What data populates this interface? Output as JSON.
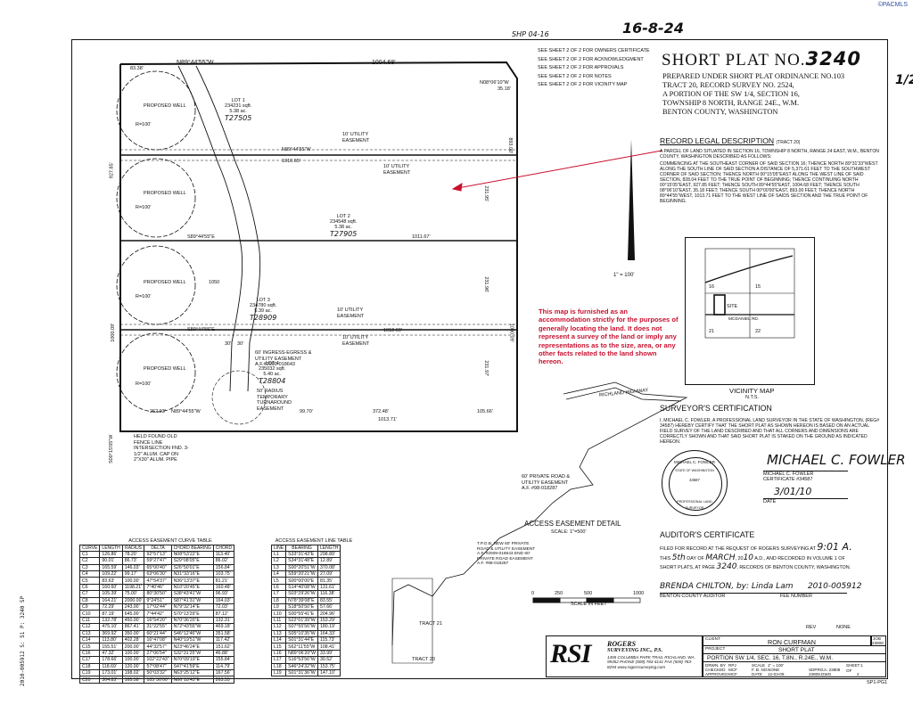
{
  "corner_badge": "©PACMLS",
  "handwritten": {
    "top_number": "16-8-24",
    "shp": "SHP 04-16",
    "one_half": "1/2"
  },
  "title": {
    "label": "SHORT PLAT NO.",
    "number": "3240"
  },
  "subtitle": [
    "PREPARED UNDER SHORT PLAT ORDINANCE NO.103",
    "TRACT 20, RECORD SURVEY NO. 2524,",
    "A PORTION OF THE SW 1/4, SECTION 16,",
    "TOWNSHIP 8 NORTH, RANGE 24E., W.M.",
    "BENTON COUNTY, WASHINGTON"
  ],
  "sheet_refs": [
    "SEE SHEET 2 OF 2 FOR OWNERS CERTIFICATE",
    "SEE SHEET 2 OF 2 FOR ACKNOWLEDGMENT",
    "SEE SHEET 2 OF 2 FOR APPROVALS",
    "SEE SHEET 2 OF 2 FOR NOTES",
    "SEE SHEET 2 OF 2 FOR VICINITY MAP"
  ],
  "legal": {
    "heading": "RECORD LEGAL DESCRIPTION",
    "heading_note": "(TRACT 20)",
    "para1": "A PARCEL OF LAND SITUATED IN SECTION 16, TOWNSHIP 8 NORTH, RANGE 24 EAST, W.M., BENTON COUNTY, WASHINGTON DESCRIBED AS FOLLOWS:",
    "para2": "COMMENCING AT THE SOUTHEAST CORNER OF SAID SECTION 16; THENCE NORTH 89°31'33\"WEST ALONG THE SOUTH LINE OF SAID SECTION A DISTANCE OF 5,371.61 FEET TO THE SOUTHWEST CORNER OF SAID SECTION; THENCE NORTH 00°15'05\"EAST ALONG THE WEST LINE OF SAID SECTION, 828.04 FEET TO THE TRUE POINT OF BEGINNING; THENCE CONTINUING NORTH 00°15'05\"EAST, 927.85 FEET; THENCE SOUTH 89°44'55\"EAST, 1004.68 FEET; THENCE SOUTH 08°06'10\"EAST, 35.18 FEET; THENCE SOUTH 00°00'00\"EAST, 893.00 FEET; THENCE NORTH 89°44'55\"WEST, 1013.71 FEET TO THE WEST LINE OF SAIDS SECTION AND THE TRUE POINT OF BEGINNING."
  },
  "notice": "This map is furnished as an accommodation strictly for the purposes of generally locating the land. It does not represent a survey of the land or imply any representations as to the size, area, or any other facts related to the land shown hereon.",
  "scale_arrow": "1\" = 100'",
  "vicinity": {
    "title": "VICINITY MAP",
    "subtitle": "N.T.S.",
    "site": "SITE",
    "road": "MCDANIEL RD.",
    "nums": [
      "16",
      "15",
      "21",
      "22"
    ]
  },
  "surveyor": {
    "heading": "SURVEYOR'S CERTIFICATION",
    "text": "I, MICHAEL C. FOWLER, A PROFESSIONAL LAND SURVEYOR IN THE STATE OF WASHINGTON, (REG# 34587) HEREBY CERTIFY THAT THE SHORT PLAT AS SHOWN HEREON IS BASED ON AN ACTUAL FIELD SURVEY OF THE LAND DESCRIBED AND THAT ALL CORNERS AND DIMENSIONS ARE CORRECTLY SHOWN AND THAT SAID SHORT PLAT IS STAKED ON THE GROUND AS INDICATED HEREON.",
    "name": "MICHAEL C. FOWLER",
    "cert": "CERTIFICATE #34587",
    "date_label": "DATE",
    "date_hand": "3/01/10",
    "seal_top": "MICHAEL C. FOWLER",
    "seal_mid": "STATE OF WASHINGTON",
    "seal_bot": "PROFESSIONAL LAND SURVEYOR",
    "seal_no": "34587"
  },
  "auditor": {
    "heading": "AUDITOR'S CERTIFICATE",
    "line1": "FILED FOR RECORD AT THE REQUEST OF ROGERS SURVEYING AT",
    "time_hand": "9:01 A.",
    "line2a": "THIS",
    "day_hand": "5th",
    "line2b": "DAY OF",
    "month_hand": "MARCH",
    "line2c": ", 20",
    "year_hand": "10",
    "line2d": "A.D., AND RECORDED IN VOLUME 1 OF",
    "line3a": "SHORT PLATS, AT PAGE",
    "page_hand": "3240",
    "line3b": ", RECORDS OF BENTON COUNTY, WASHINGTON.",
    "sig_hand": "BRENDA CHILTON, by: Linda Lam",
    "fee_hand": "2010-005912",
    "auditor_label": "BENTON COUNTY AUDITOR",
    "fee_label": "FEE NUMBER"
  },
  "plat": {
    "top_bearing": "N89°44'55\"W",
    "top_dist": "1004.68'",
    "ne_bearing": "N08°06'10\"W",
    "ne_dist": "35.18'",
    "left_dist_top": "927.85'",
    "right_dist_top": "893.00'",
    "left_dist_bot": "1000.09'",
    "right_dist_bot": "1000.09'",
    "offset_val": "83.38'",
    "bottom_dist": "1013.71'",
    "bottom_a": "262.93'",
    "bottom_b": "99.70'",
    "bottom_c": "372.48'",
    "bottom_d": "105.66'",
    "bottom_bearing": "N89°44'55\"W",
    "easement": "10' UTILITY EASEMENT",
    "line1_bearing": "N89°44'55\"W",
    "line1_dist": "1010.65'",
    "line2_bearing": "S89°44'55\"E",
    "line2_dist": "1011.67'",
    "line3_bearing": "S89°44'55\"E",
    "line3_dist": "1012.69'",
    "side_231": "231.95'",
    "side_231b": "231.96'",
    "side_231c": "231.97'",
    "well": "PROPOSED WELL",
    "radius": "R=100'",
    "lots": [
      {
        "name": "LOT 1",
        "area": "234231 sqft.",
        "acres": "5.38 ac.",
        "tag": "T27505"
      },
      {
        "name": "LOT 2",
        "area": "234548 sqft.",
        "acres": "5.38 ac.",
        "tag": "T27905"
      },
      {
        "name": "LOT 3",
        "area": "234780 sqft.",
        "acres": "5.39 ac.",
        "tag": "T28909"
      },
      {
        "name": "LOT 4",
        "area": "235032 sqft.",
        "acres": "5.40 ac.",
        "tag": "T28804"
      }
    ],
    "ingress": "60' INGRESS-EGRESS & UTILITY EASEMENT A.F.#2009-018643",
    "radius_note": "50' RADIUS TEMPORARY TURNAROUND EASEMENT",
    "field_note": "HELD FOUND OLD FENCE LINE INTERSECTION FND. 3-1/2\" ALUM. CAP ON 2\"X30\" ALUM. PIPE",
    "dims": [
      "30'",
      "30'",
      "1050"
    ],
    "road_label": "60' PRIVATE ROAD & UTILITY EASEMENT A.F. #98-018287",
    "vert_left": "S00°15'05\"W"
  },
  "access_detail": {
    "title": "ACCESS EASEMENT DETAIL",
    "scale": "SCALE: 1\"=500'",
    "scale_feet": "SCALE IN FEET",
    "scale_ticks": [
      "0",
      "250",
      "500",
      "1000"
    ],
    "tpob": "T.P.O.B. NEW 60' PRIVATE ROAD & UTILITY EASEMENT A.F. #2009-018643 END 60' PRIVATE ROAD EASEMENT A.F. #98-018287",
    "tract21": "TRACT 21",
    "tract20": "TRACT 20",
    "richland": "RICHLAND HIGHWAY"
  },
  "curve_table": {
    "title": "ACCESS EASEMENT CURVE TABLE",
    "headers": [
      "CURVE",
      "LENGTH",
      "RADIUS",
      "DELTA",
      "CHORD BEARING",
      "CHORD"
    ],
    "rows": [
      [
        "C1",
        "126.86'",
        "78.20'",
        "92°57'13\"",
        "N08°53'22\"E",
        "113.40'"
      ],
      [
        "C2",
        "90.01'",
        "86.73'",
        "59°27'47\"",
        "S29°08'05\"E",
        "86.02'"
      ],
      [
        "C3",
        "165.59'",
        "146.03'",
        "65°00'40\"",
        "S26°50'01\"E",
        "156.84'"
      ],
      [
        "C4",
        "109.22'",
        "99.17'",
        "63°06'30\"",
        "N31°33'16\"E",
        "103.75'"
      ],
      [
        "C5",
        "83.63'",
        "100.00'",
        "47°54'37\"",
        "N36°13'37\"E",
        "81.21'"
      ],
      [
        "C6",
        "160.60'",
        "1198.21'",
        "7°40'46\"",
        "N10°20'45\"E",
        "160.48'"
      ],
      [
        "C7",
        "105.39'",
        "75.00'",
        "80°30'50\"",
        "S38°43'41\"W",
        "96.93'"
      ],
      [
        "C8",
        "164.21'",
        "2000.00'",
        "9°24'51\"",
        "S87°41'31\"W",
        "164.03'"
      ],
      [
        "C9",
        "72.29'",
        "243.00'",
        "17°02'44\"",
        "N79°32'14\"E",
        "72.03'"
      ],
      [
        "C10",
        "87.19'",
        "645.00'",
        "7°44'42\"",
        "S70°13'29\"E",
        "87.12'"
      ],
      [
        "C11",
        "132.78'",
        "450.00'",
        "16°54'20\"",
        "N70°36'20\"E",
        "132.31'"
      ],
      [
        "C12",
        "475.10'",
        "867.41'",
        "31°22'55\"",
        "N72°43'55\"W",
        "469.18'"
      ],
      [
        "C13",
        "369.92'",
        "350.00'",
        "60°21'44\"",
        "S46°12'46\"W",
        "351.58'"
      ],
      [
        "C14",
        "113.80'",
        "402.28'",
        "16°47'08\"",
        "N40°19'51\"W",
        "117.42'"
      ],
      [
        "C15",
        "155.51'",
        "200.00'",
        "44°32'57\"",
        "N23°46'24\"E",
        "151.62'"
      ],
      [
        "C16",
        "47.32'",
        "100.00'",
        "27°06'54\"",
        "S32°31'25\"W",
        "46.88'"
      ],
      [
        "C17",
        "178.66'",
        "100.00'",
        "102°22'43\"",
        "N70°09'19\"E",
        "155.84'"
      ],
      [
        "C18",
        "118.69'",
        "120.00'",
        "57°08'47\"",
        "S47°41'59\"E",
        "114.79'"
      ],
      [
        "C19",
        "173.01'",
        "198.02'",
        "50°03'32\"",
        "N63°25'12\"E",
        "167.56'"
      ],
      [
        "C20",
        "304.83'",
        "165.58'",
        "105°30'00\"",
        "N66°18'43\"E",
        "263.55'"
      ]
    ]
  },
  "line_table": {
    "title": "ACCESS EASEMENT LINE TABLE",
    "headers": [
      "LINE",
      "BEARING",
      "LENGTH"
    ],
    "rows": [
      [
        "L1",
        "S33°31'43\"E",
        "298.89'"
      ],
      [
        "L2",
        "S34°31'48\"E",
        "12.89'"
      ],
      [
        "L3",
        "S00°20'51\"W",
        "370.08'"
      ],
      [
        "L4",
        "S59°20'21\"W",
        "27.09'"
      ],
      [
        "L5",
        "S00°00'00\"E",
        "81.35'"
      ],
      [
        "L6",
        "S14°40'08\"W",
        "131.61'"
      ],
      [
        "L7",
        "S03°29'26\"W",
        "116.38'"
      ],
      [
        "L8",
        "N78°39'08\"E",
        "83.55'"
      ],
      [
        "L9",
        "S18°50'50\"E",
        "57.66'"
      ],
      [
        "L10",
        "S00°55'41\"E",
        "204.96'"
      ],
      [
        "L11",
        "S22°01'39\"W",
        "153.29'"
      ],
      [
        "L12",
        "S07°55'56\"W",
        "180.19'"
      ],
      [
        "L13",
        "S05°10'35\"W",
        "164.33'"
      ],
      [
        "L14",
        "S01°31'44\"E",
        "115.73'"
      ],
      [
        "L15",
        "S62°11'55\"W",
        "108.41'"
      ],
      [
        "L16",
        "N89°06'20\"W",
        "33.99'"
      ],
      [
        "L17",
        "S16°53'56\"W",
        "30.52'"
      ],
      [
        "L18",
        "S46°24'32\"W",
        "153.75'"
      ],
      [
        "L19",
        "S01°31'36\"W",
        "147.10'"
      ]
    ]
  },
  "title_block": {
    "logo": "RSI",
    "company1": "ROGERS",
    "company2": "SURVEYING INC., P.S.",
    "addr": "1455 COLUMBIA PARK TRAIL RICHLAND, WA. 99352 PHONE (509) 783-4141 FAX (509) 783-8294 www.rogerssurveying.com",
    "client_label": "CLIENT",
    "client": "RON CURFMAN",
    "job_label": "JOB",
    "job": "23808",
    "project_label": "PROJECT",
    "project": "SHORT PLAT",
    "location": "PORTION SW 1/4, SEC. 16, T.8N., R.24E., W.M.",
    "drwn_label": "DRWN. BY",
    "drwn": "RPJ",
    "scale_label": "SCALE",
    "scale": "1\" = 100'",
    "fb_label": "F. B. NO.",
    "fb": "NONE",
    "sheet_label": "SHEET",
    "sheet": "1",
    "checked_label": "CHECKED",
    "checked": "MCF",
    "sdprj": "SDPROJ= 23808",
    "approved_label": "APPROVED",
    "approved": "MCF",
    "date_label": "DATE",
    "date": "12-03-09",
    "dwg": "23808.DWG",
    "of": "OF",
    "of_num": "2",
    "ref": "SP1-PG1",
    "rev": "REV",
    "none": "NONE"
  },
  "margin_stamp": "2010-005912 S: 51 P: 3240 SP"
}
